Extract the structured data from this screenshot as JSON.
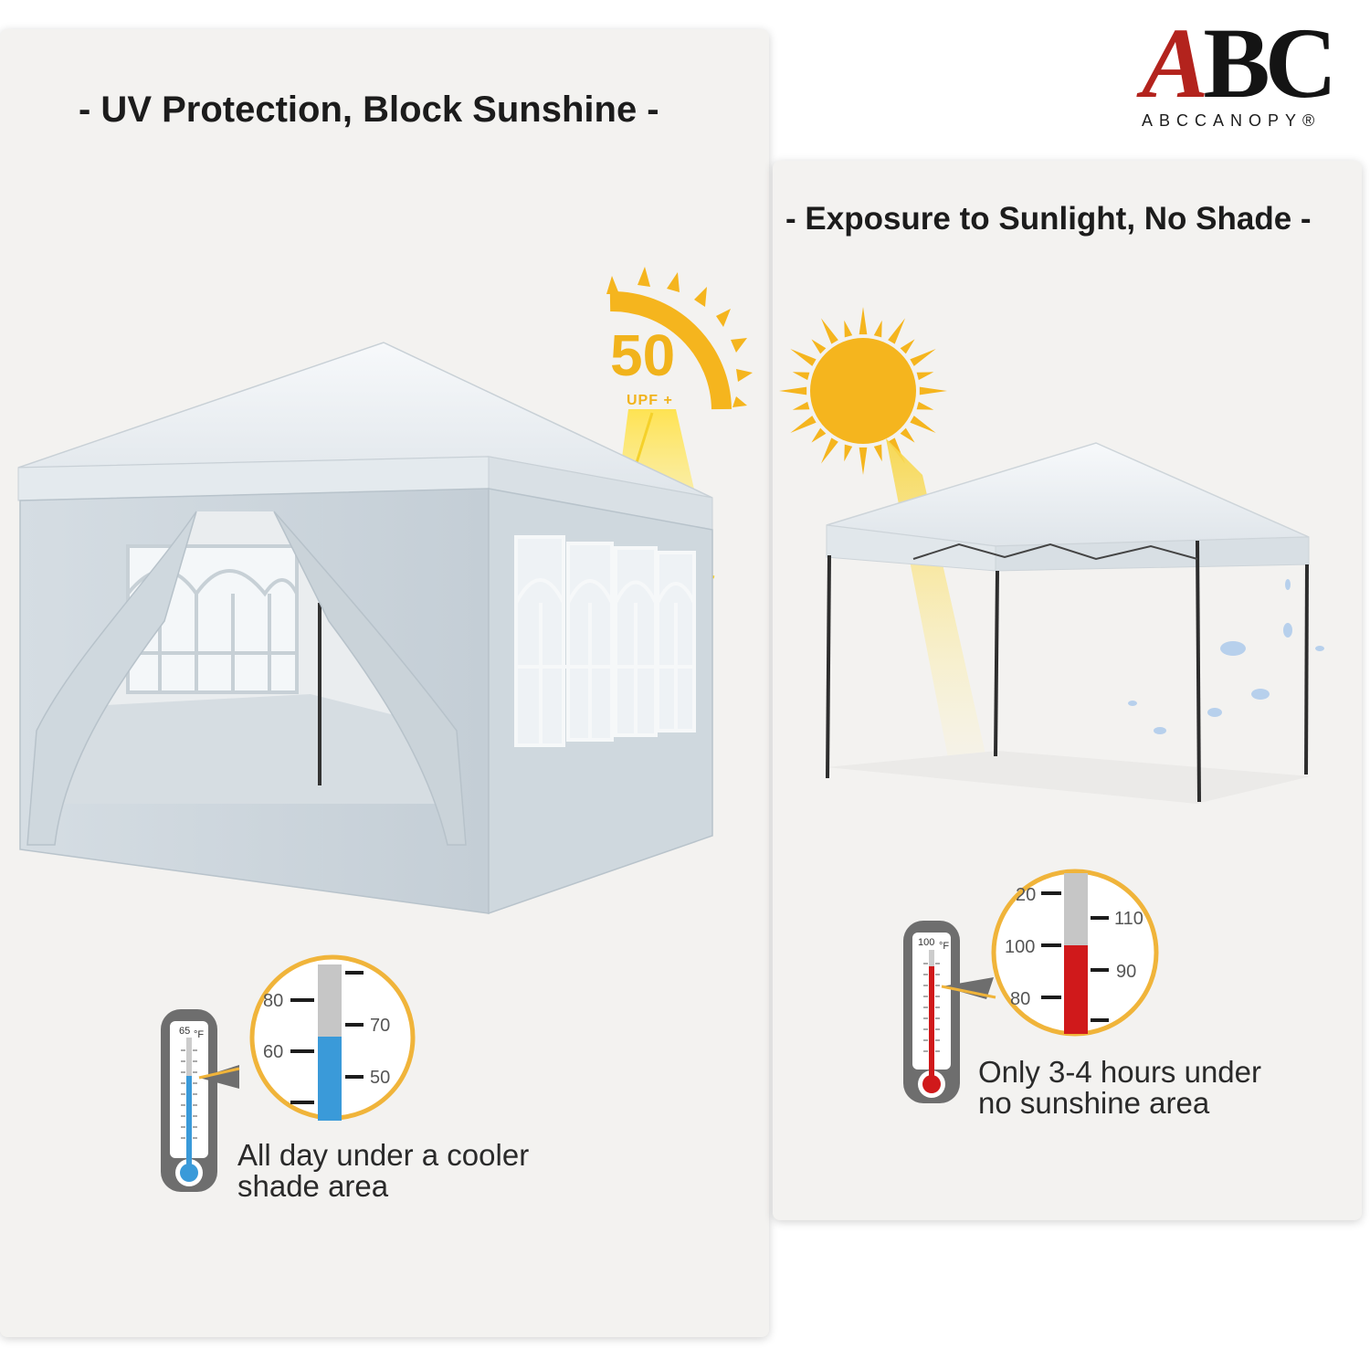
{
  "brand": {
    "logo_text": "ABC",
    "logo_subtext": "ABCCANOPY®"
  },
  "left_panel": {
    "heading": "- UV Protection, Block Sunshine -",
    "upf": {
      "value": "50",
      "label": "UPF +"
    },
    "thermometer": {
      "reading": "65",
      "unit": "°F",
      "zoom_ticks": [
        "80",
        "60",
        "70",
        "50"
      ]
    },
    "caption_line1": "All day under a cooler",
    "caption_line2": "shade area",
    "colors": {
      "fill": "#3a9ad9"
    }
  },
  "right_panel": {
    "heading": "- Exposure to Sunlight, No Shade -",
    "thermometer": {
      "reading": "100",
      "unit": "°F",
      "zoom_ticks": [
        "20",
        "100",
        "80",
        "110",
        "90"
      ]
    },
    "caption_line1": "Only 3-4 hours under",
    "caption_line2": "no sunshine area",
    "colors": {
      "fill": "#d0191b"
    }
  },
  "colors": {
    "sun": "#f5b51e",
    "accent_ring": "#f0b43a",
    "background": "#f3f2f0"
  }
}
